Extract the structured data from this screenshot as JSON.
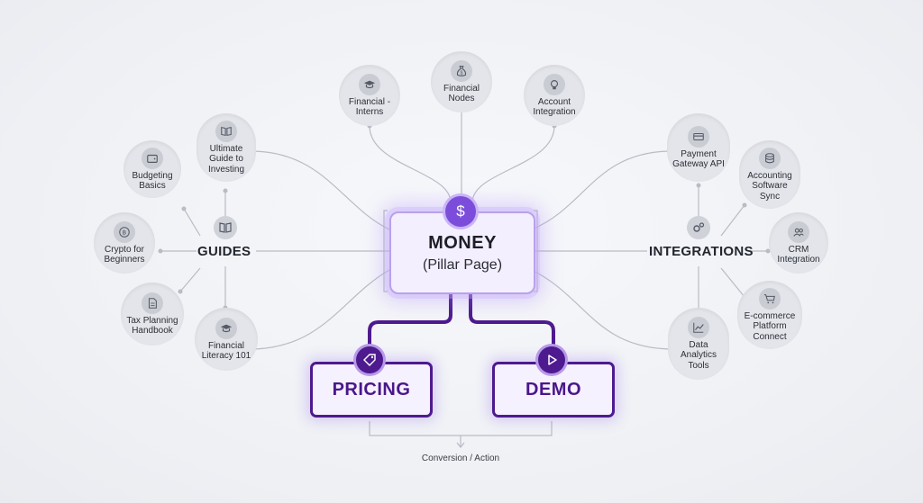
{
  "center": {
    "title": "MONEY",
    "subtitle": "(Pillar Page)",
    "icon": "dollar-icon"
  },
  "hubs": {
    "guides": {
      "label": "GUIDES",
      "icon": "book-icon"
    },
    "integrations": {
      "label": "INTEGRATIONS",
      "icon": "gears-icon"
    }
  },
  "top_nodes": [
    {
      "label": "Financial -\nInterns",
      "icon": "graduation-cap-icon"
    },
    {
      "label": "Financial\nNodes",
      "icon": "money-bag-icon"
    },
    {
      "label": "Account\nIntegration",
      "icon": "lightbulb-icon"
    }
  ],
  "guide_nodes": [
    {
      "label": "Ultimate\nGuide to\nInvesting",
      "icon": "book-icon"
    },
    {
      "label": "Budgeting\nBasics",
      "icon": "wallet-icon"
    },
    {
      "label": "Crypto for\nBeginners",
      "icon": "bitcoin-icon"
    },
    {
      "label": "Tax Planning\nHandbook",
      "icon": "document-icon"
    },
    {
      "label": "Financial\nLiteracy 101",
      "icon": "graduation-cap-icon"
    }
  ],
  "integration_nodes": [
    {
      "label": "Payment\nGateway API",
      "icon": "credit-card-icon"
    },
    {
      "label": "Accounting\nSoftware\nSync",
      "icon": "database-icon"
    },
    {
      "label": "CRM\nIntegration",
      "icon": "users-icon"
    },
    {
      "label": "E-commerce\nPlatform\nConnect",
      "icon": "cart-icon"
    },
    {
      "label": "Data\nAnalytics\nTools",
      "icon": "chart-icon"
    }
  ],
  "cta": {
    "pricing": {
      "label": "PRICING",
      "icon": "tag-icon"
    },
    "demo": {
      "label": "DEMO",
      "icon": "play-icon"
    }
  },
  "conversion_label": "Conversion / Action",
  "colors": {
    "accent": "#7c4ddb",
    "cta_border": "#4e1a8f",
    "node_fill": "#e3e5ea",
    "line": "#b8bcc5"
  }
}
